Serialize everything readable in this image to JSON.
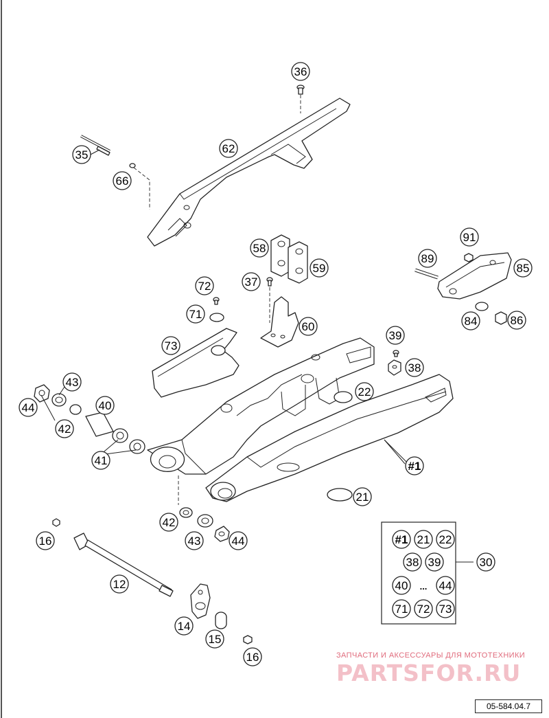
{
  "callouts": [
    {
      "id": "c35",
      "text": "35"
    },
    {
      "id": "c66",
      "text": "66"
    },
    {
      "id": "c62",
      "text": "62"
    },
    {
      "id": "c36",
      "text": "36"
    },
    {
      "id": "c58",
      "text": "58"
    },
    {
      "id": "c59",
      "text": "59"
    },
    {
      "id": "c37",
      "text": "37"
    },
    {
      "id": "c72",
      "text": "72"
    },
    {
      "id": "c71",
      "text": "71"
    },
    {
      "id": "c60",
      "text": "60"
    },
    {
      "id": "c73",
      "text": "73"
    },
    {
      "id": "c91",
      "text": "91"
    },
    {
      "id": "c89",
      "text": "89"
    },
    {
      "id": "c85",
      "text": "85"
    },
    {
      "id": "c84",
      "text": "84"
    },
    {
      "id": "c86",
      "text": "86"
    },
    {
      "id": "c39",
      "text": "39"
    },
    {
      "id": "c38",
      "text": "38"
    },
    {
      "id": "c22",
      "text": "22"
    },
    {
      "id": "c43a",
      "text": "43"
    },
    {
      "id": "c44a",
      "text": "44"
    },
    {
      "id": "c40",
      "text": "40"
    },
    {
      "id": "c42a",
      "text": "42"
    },
    {
      "id": "c41",
      "text": "41"
    },
    {
      "id": "c1",
      "text": "#1"
    },
    {
      "id": "c21",
      "text": "21"
    },
    {
      "id": "c42b",
      "text": "42"
    },
    {
      "id": "c43b",
      "text": "43"
    },
    {
      "id": "c44b",
      "text": "44"
    },
    {
      "id": "c16a",
      "text": "16"
    },
    {
      "id": "c12",
      "text": "12"
    },
    {
      "id": "c14",
      "text": "14"
    },
    {
      "id": "c15",
      "text": "15"
    },
    {
      "id": "c16b",
      "text": "16"
    },
    {
      "id": "c30",
      "text": "30"
    }
  ],
  "kit_box": {
    "rows": [
      [
        "#1",
        "21",
        "22"
      ],
      [
        "38",
        "39"
      ],
      [
        "40",
        "...",
        "44"
      ],
      [
        "71",
        "72",
        "73"
      ]
    ]
  },
  "watermark": {
    "tagline": "ЗАПЧАСТИ И АКСЕССУАРЫ ДЛЯ МОТОТЕХНИКИ",
    "logo": "PARTSFOR.RU"
  },
  "figure_code": "05-584.04.7"
}
